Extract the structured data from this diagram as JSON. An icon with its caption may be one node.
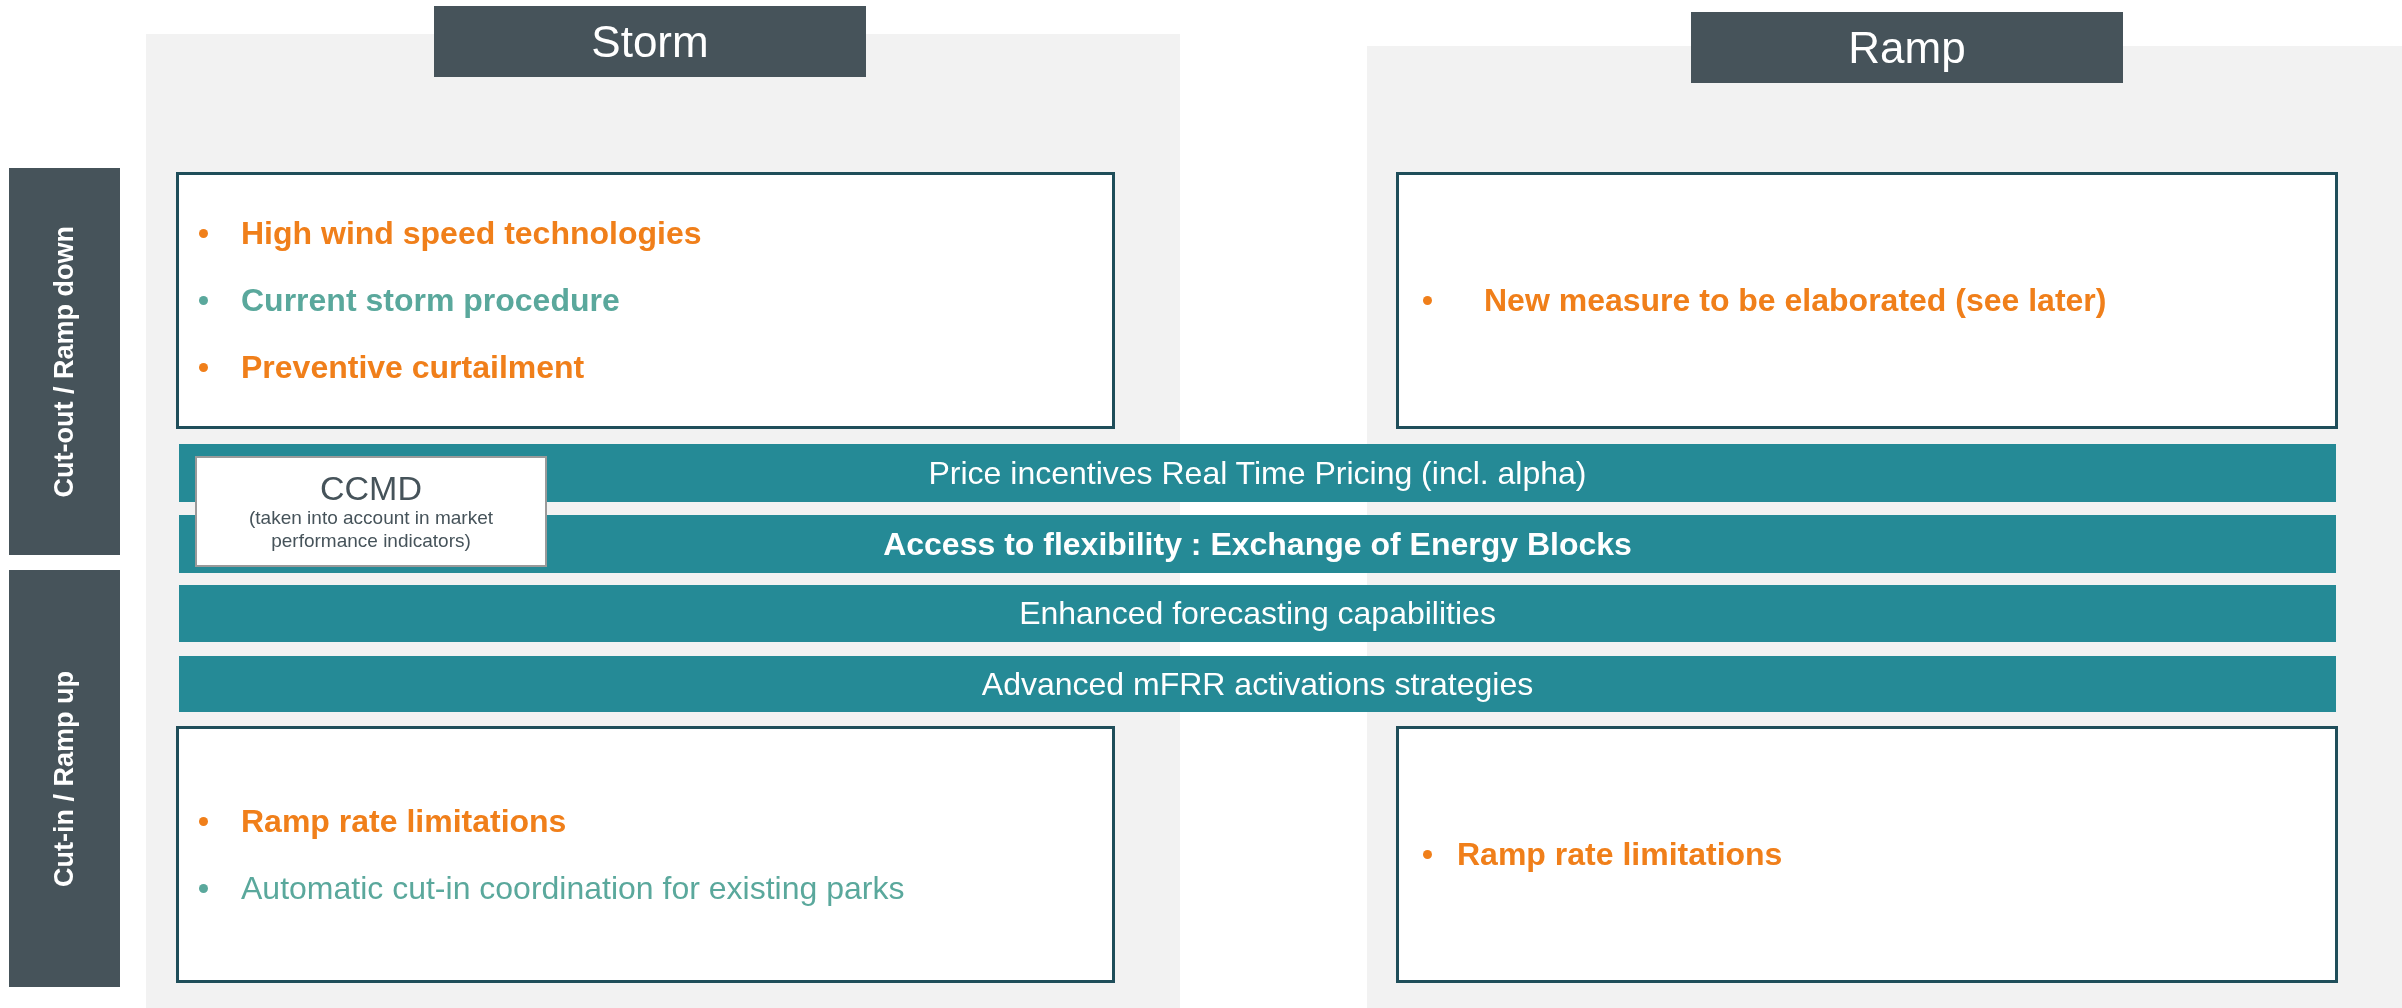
{
  "diagram": {
    "nodes": [
      {
        "text": [
          "Storm"
        ]
      },
      {
        "text": [
          "Ramp"
        ]
      },
      {
        "text": [
          "Cut-out / Ramp down"
        ]
      },
      {
        "text": [
          "Cut-in / Ramp up"
        ]
      },
      {
        "text": [
          "High wind speed technologies",
          "Current storm procedure",
          "Preventive curtailment"
        ]
      },
      {
        "text": [
          "New measure to be elaborated (see later)"
        ]
      },
      {
        "text": [
          "Price incentives Real Time Pricing (incl. alpha)"
        ]
      },
      {
        "text": [
          "Access to flexibility : Exchange of Energy Blocks"
        ]
      },
      {
        "text": [
          "Enhanced forecasting capabilities"
        ]
      },
      {
        "text": [
          "Advanced mFRR activations strategies"
        ]
      },
      {
        "text": [
          "CCMD",
          "(taken into account in market performance indicators)"
        ]
      },
      {
        "text": [
          "Ramp rate limitations",
          "Automatic cut-in coordination for existing parks"
        ]
      },
      {
        "text": [
          "Ramp rate limitations"
        ]
      }
    ]
  }
}
